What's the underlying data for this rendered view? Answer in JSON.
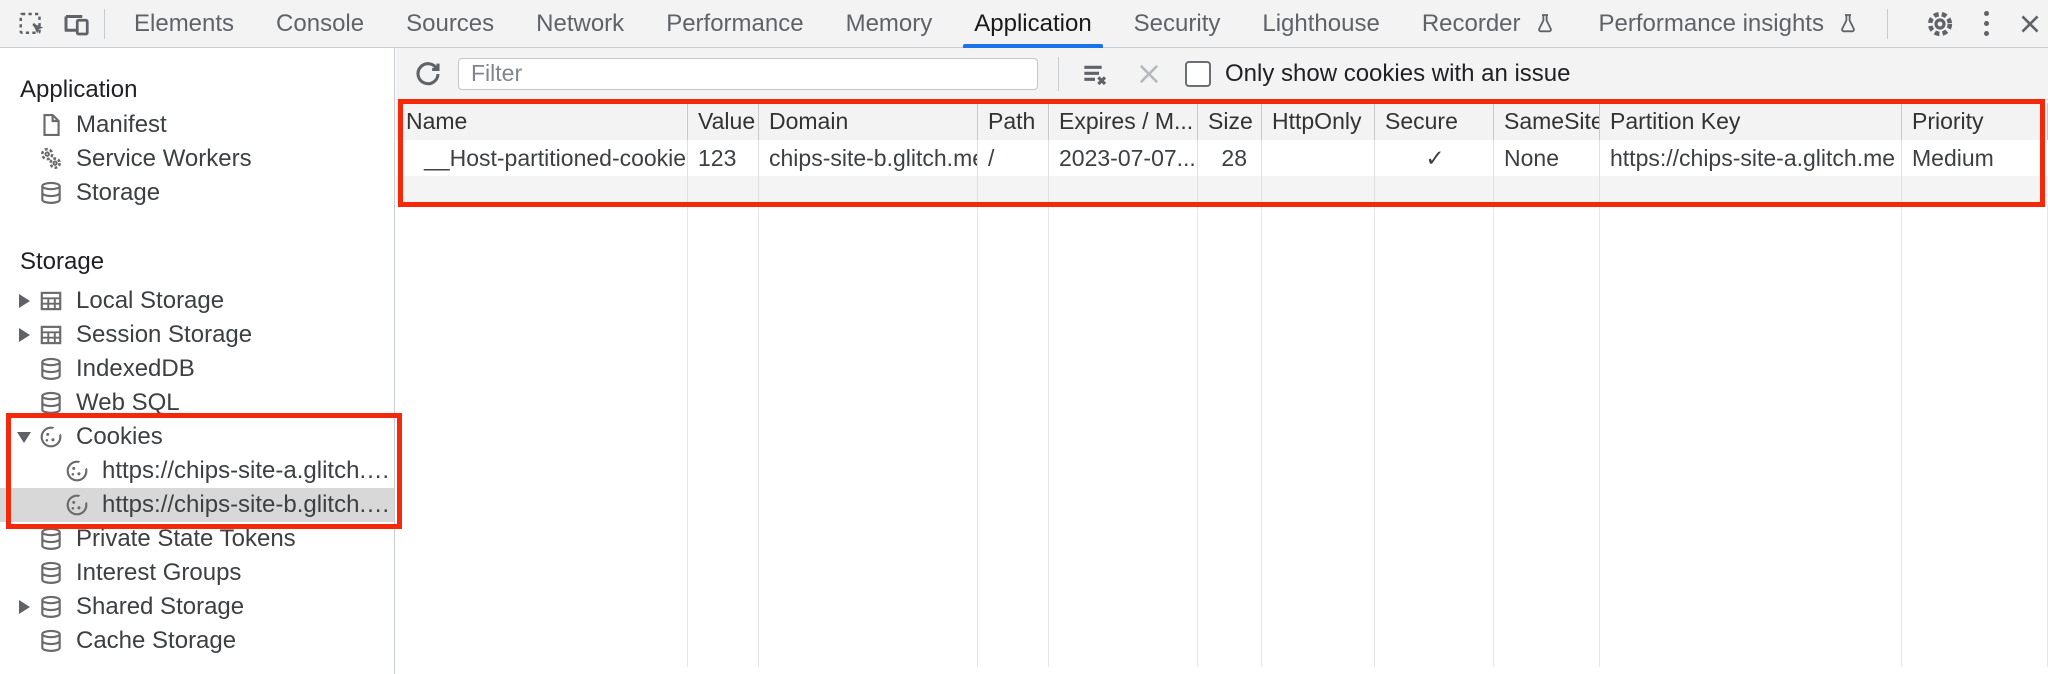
{
  "colors": {
    "accent_blue": "#1a73e8",
    "annotation_red": "#f4290c",
    "selected_item_bg": "#d8d8d8",
    "toolbar_bg": "#f3f3f3"
  },
  "tabbar": {
    "tabs": [
      {
        "label": "Elements"
      },
      {
        "label": "Console"
      },
      {
        "label": "Sources"
      },
      {
        "label": "Network"
      },
      {
        "label": "Performance"
      },
      {
        "label": "Memory"
      },
      {
        "label": "Application",
        "selected": true
      },
      {
        "label": "Security"
      },
      {
        "label": "Lighthouse"
      },
      {
        "label": "Recorder",
        "experimental": true
      },
      {
        "label": "Performance insights",
        "experimental": true
      }
    ]
  },
  "sidebar": {
    "sections": [
      {
        "title": "Application",
        "items": [
          {
            "label": "Manifest"
          },
          {
            "label": "Service Workers"
          },
          {
            "label": "Storage"
          }
        ]
      },
      {
        "title": "Storage",
        "items": [
          {
            "label": "Local Storage"
          },
          {
            "label": "Session Storage"
          },
          {
            "label": "IndexedDB"
          },
          {
            "label": "Web SQL"
          },
          {
            "label": "Cookies"
          },
          {
            "label": "https://chips-site-a.glitch.me"
          },
          {
            "label": "https://chips-site-b.glitch.me",
            "selected": true
          },
          {
            "label": "Private State Tokens"
          },
          {
            "label": "Interest Groups"
          },
          {
            "label": "Shared Storage"
          },
          {
            "label": "Cache Storage"
          }
        ]
      }
    ]
  },
  "toolbar": {
    "filter_placeholder": "Filter",
    "only_issue_label": "Only show cookies with an issue"
  },
  "cookie_table": {
    "columns": [
      "Name",
      "Value",
      "Domain",
      "Path",
      "Expires / M...",
      "Size",
      "HttpOnly",
      "Secure",
      "SameSite",
      "Partition Key",
      "Priority"
    ],
    "row": {
      "name": "__Host-partitioned-cookie",
      "value": "123",
      "domain": "chips-site-b.glitch.me",
      "path": "/",
      "expires": "2023-07-07...",
      "size": "28",
      "http_only": "",
      "secure": "✓",
      "same_site": "None",
      "partition_key": "https://chips-site-a.glitch.me",
      "priority": "Medium"
    }
  }
}
